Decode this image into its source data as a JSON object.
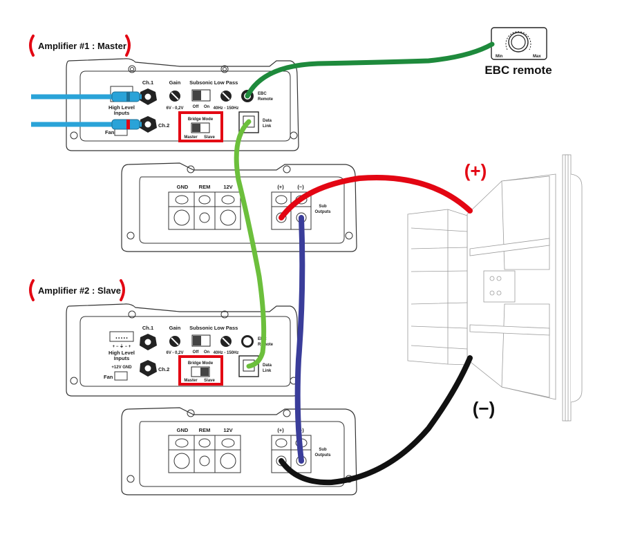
{
  "amp1": {
    "title": "Amplifier #1 : Master",
    "ch1": "Ch.1",
    "ch2": "Ch.2",
    "gain": "Gain",
    "gain_range": "6V - 0,2V",
    "subsonic": "Subsonic",
    "subsonic_off": "Off",
    "subsonic_on": "On",
    "lowpass": "Low Pass",
    "lowpass_range": "40Hz - 150Hz",
    "ebc_line1": "EBC",
    "ebc_line2": "Remote",
    "data_line1": "Data",
    "data_line2": "Link",
    "high_level_1": "High Level",
    "high_level_2": "Inputs",
    "fan": "Fan",
    "bridge_mode": "Bridge Mode",
    "bridge_master": "Master",
    "bridge_slave": "Slave",
    "bridge_setting": "Master"
  },
  "amp1_power": {
    "gnd": "GND",
    "rem": "REM",
    "v12": "12V",
    "plus": "(+)",
    "minus": "(−)",
    "sub_1": "Sub",
    "sub_2": "Outputs"
  },
  "amp2": {
    "title": "Amplifier #2 : Slave",
    "ch1": "Ch.1",
    "ch2": "Ch.2",
    "gain": "Gain",
    "gain_range": "6V - 0,2V",
    "subsonic": "Subsonic",
    "subsonic_off": "Off",
    "subsonic_on": "On",
    "lowpass": "Low Pass",
    "lowpass_range": "40Hz - 150Hz",
    "ebc_line1": "EBC",
    "ebc_line2": "Remote",
    "data_line1": "Data",
    "data_line2": "Link",
    "high_level_1": "High Level",
    "high_level_2": "Inputs",
    "polarity": "+ − ⏚ − +",
    "fan_pins": "+12V  GND",
    "fan": "Fan",
    "bridge_mode": "Bridge Mode",
    "bridge_master": "Master",
    "bridge_slave": "Slave",
    "bridge_setting": "Slave"
  },
  "amp2_power": {
    "gnd": "GND",
    "rem": "REM",
    "v12": "12V",
    "plus": "(+)",
    "minus": "(−)",
    "sub_1": "Sub",
    "sub_2": "Outputs"
  },
  "ebc_remote": {
    "label": "EBC remote",
    "min": "Min",
    "max": "Max"
  },
  "speaker": {
    "plus_label": "(+)",
    "minus_label": "(−)"
  },
  "colors": {
    "highlight_red": "#e30613",
    "ebc_cable": "#1e8a3c",
    "data_link_cable": "#6cbf3c",
    "positive_cable": "#e30613",
    "bridge_cable": "#3a3d9a",
    "negative_cable": "#111111",
    "input_cable": "#2aa3d8"
  }
}
